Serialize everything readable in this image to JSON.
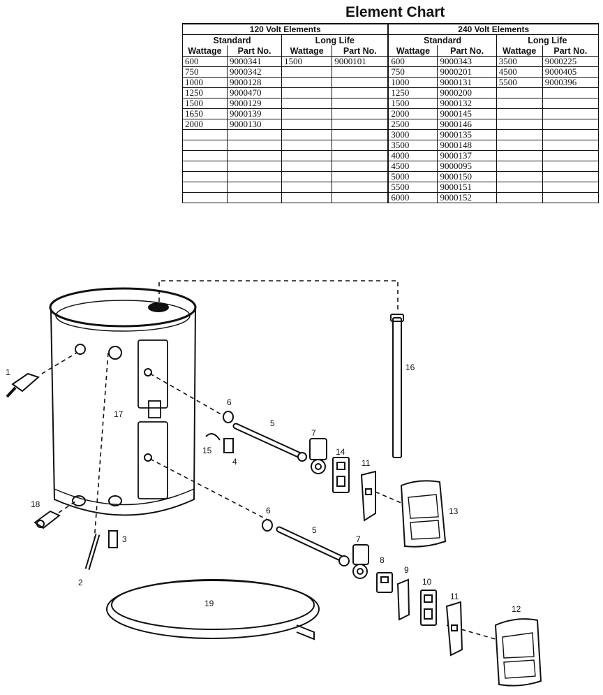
{
  "chart": {
    "title": "Element Chart",
    "groups": [
      "120 Volt Elements",
      "240 Volt Elements"
    ],
    "subgroups": [
      "Standard",
      "Long Life",
      "Standard",
      "Long Life"
    ],
    "columns": [
      "Wattage",
      "Part No.",
      "Wattage",
      "Part No.",
      "Wattage",
      "Part No.",
      "Wattage",
      "Part No."
    ],
    "rows": [
      [
        "600",
        "9000341",
        "1500",
        "9000101",
        "600",
        "9000343",
        "3500",
        "9000225"
      ],
      [
        "750",
        "9000342",
        "",
        "",
        "750",
        "9000201",
        "4500",
        "9000405"
      ],
      [
        "1000",
        "9000128",
        "",
        "",
        "1000",
        "9000131",
        "5500",
        "9000396"
      ],
      [
        "1250",
        "9000470",
        "",
        "",
        "1250",
        "9000200",
        "",
        ""
      ],
      [
        "1500",
        "9000129",
        "",
        "",
        "1500",
        "9000132",
        "",
        ""
      ],
      [
        "1650",
        "9000139",
        "",
        "",
        "2000",
        "9000145",
        "",
        ""
      ],
      [
        "2000",
        "9000130",
        "",
        "",
        "2500",
        "9000146",
        "",
        ""
      ],
      [
        "",
        "",
        "",
        "",
        "3000",
        "9000135",
        "",
        ""
      ],
      [
        "",
        "",
        "",
        "",
        "3500",
        "9000148",
        "",
        ""
      ],
      [
        "",
        "",
        "",
        "",
        "4000",
        "9000137",
        "",
        ""
      ],
      [
        "",
        "",
        "",
        "",
        "4500",
        "9000095",
        "",
        ""
      ],
      [
        "",
        "",
        "",
        "",
        "5000",
        "9000150",
        "",
        ""
      ],
      [
        "",
        "",
        "",
        "",
        "5500",
        "9000151",
        "",
        ""
      ],
      [
        "",
        "",
        "",
        "",
        "6000",
        "9000152",
        "",
        ""
      ]
    ]
  },
  "callouts": [
    "1",
    "2",
    "3",
    "4",
    "5",
    "5",
    "6",
    "6",
    "7",
    "7",
    "8",
    "9",
    "10",
    "11",
    "11",
    "12",
    "13",
    "14",
    "15",
    "16",
    "17",
    "18",
    "19"
  ]
}
